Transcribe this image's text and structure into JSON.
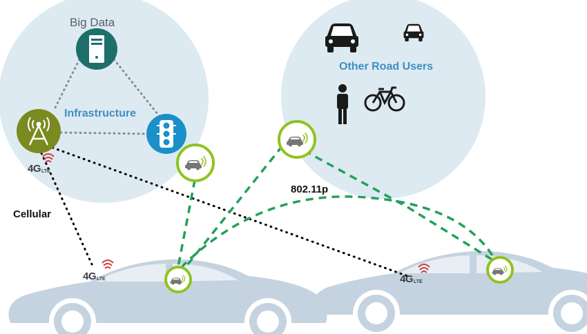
{
  "labels": {
    "big_data": "Big Data",
    "infrastructure": "Infrastructure",
    "other_road_users": "Other Road Users",
    "cellular": "Cellular",
    "protocol": "802.11p"
  },
  "badges": {
    "network": "4G",
    "network_suffix": "LTE"
  },
  "icons": {
    "server": "server-icon",
    "tower": "cell-tower-icon",
    "traffic_light": "traffic-light-icon",
    "car_large": "car-front-icon",
    "car_small": "car-front-icon",
    "pedestrian": "pedestrian-icon",
    "bicycle": "bicycle-icon",
    "v2x": "v2x-car-icon",
    "signal": "signal-waves-icon"
  },
  "colors": {
    "bubble": "#ddeaf1",
    "server": "#1e6f6c",
    "tower": "#7b8a1f",
    "traffic_light": "#1b8fc9",
    "v2x_ring": "#8fc31f",
    "link_dashed": "#23a05a",
    "link_dotted": "#000000",
    "infra_dotted": "#8c8c8c",
    "label_blue": "#3e8fc1",
    "car_body": "#c5d3e0",
    "signal_red": "#d23a3a"
  }
}
